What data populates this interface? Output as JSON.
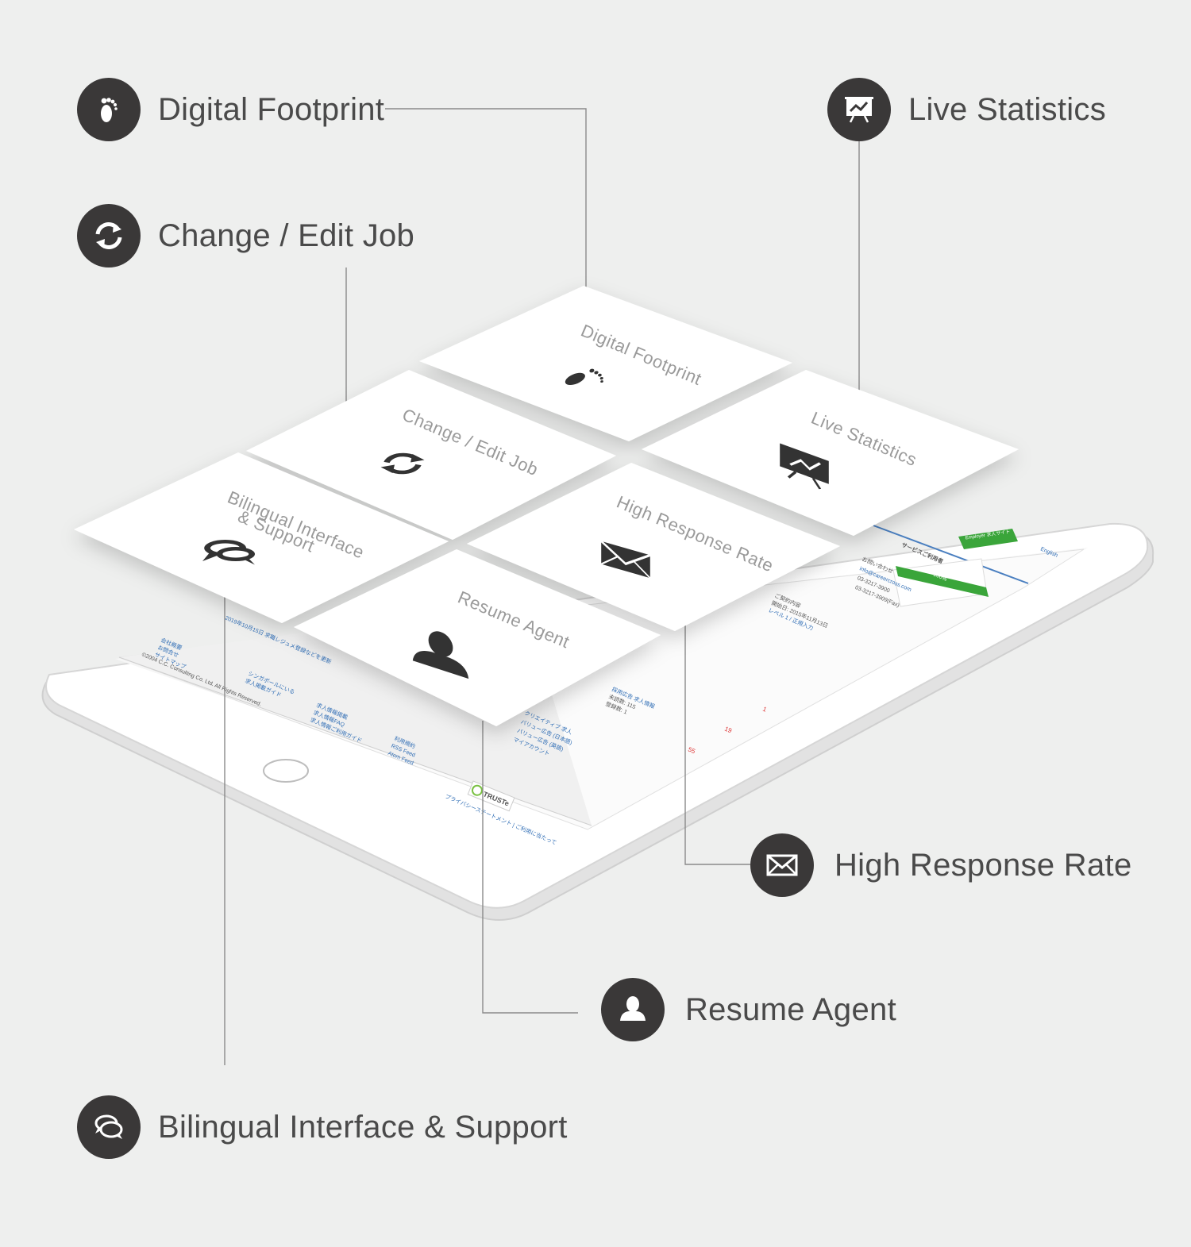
{
  "callouts": {
    "digital_footprint": "Digital Footprint",
    "live_statistics": "Live Statistics",
    "change_edit_job": "Change / Edit Job",
    "high_response_rate": "High Response Rate",
    "resume_agent": "Resume Agent",
    "bilingual": "Bilingual Interface & Support"
  },
  "tiles": {
    "digital_footprint": "Digital Footprint",
    "change_edit_job": "Change / Edit Job",
    "live_statistics": "Live Statistics",
    "high_response_rate": "High Response Rate",
    "bilingual_line1": "Bilingual Interface",
    "bilingual_line2": "& Support",
    "resume_agent": "Resume Agent"
  },
  "screen": {
    "copyright": "©2004 C.C. Consulting Co. Ltd. All Rights Reserved.",
    "employer_button": "Employer 求人サイト",
    "english_link": "English",
    "support_label": "サービスご利用者",
    "contact_label": "お問い合わせ",
    "email": "info@careercross.com",
    "phone1": "03-3217-3900",
    "phone2": "03-3217-3909(Fax)",
    "percent": "100%",
    "count_a": "1",
    "count_b": "19",
    "count_c": "55",
    "trust_logo": "TRUSTe"
  },
  "colors": {
    "badge": "#3a3838",
    "label_text": "#4a4a4a",
    "background": "#eeefee",
    "link_blue": "#2f6db5",
    "green": "#3aa53a"
  }
}
